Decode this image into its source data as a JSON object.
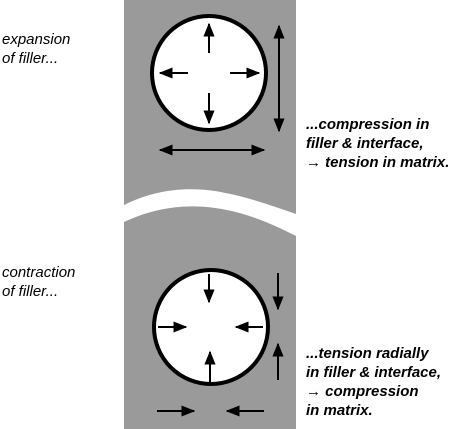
{
  "panels": {
    "expansion": {
      "filler_label": [
        "expansion",
        "of filler..."
      ],
      "result_label": [
        "...compression in",
        "filler & interface,",
        "→ tension in matrix."
      ]
    },
    "contraction": {
      "filler_label": [
        "contraction",
        "of filler..."
      ],
      "result_label": [
        "...tension radially",
        "in filler & interface,",
        "→ compression",
        "in matrix."
      ]
    }
  },
  "colors": {
    "matrix": "#9a9a9a",
    "filler": "#ffffff",
    "stroke": "#000000"
  }
}
